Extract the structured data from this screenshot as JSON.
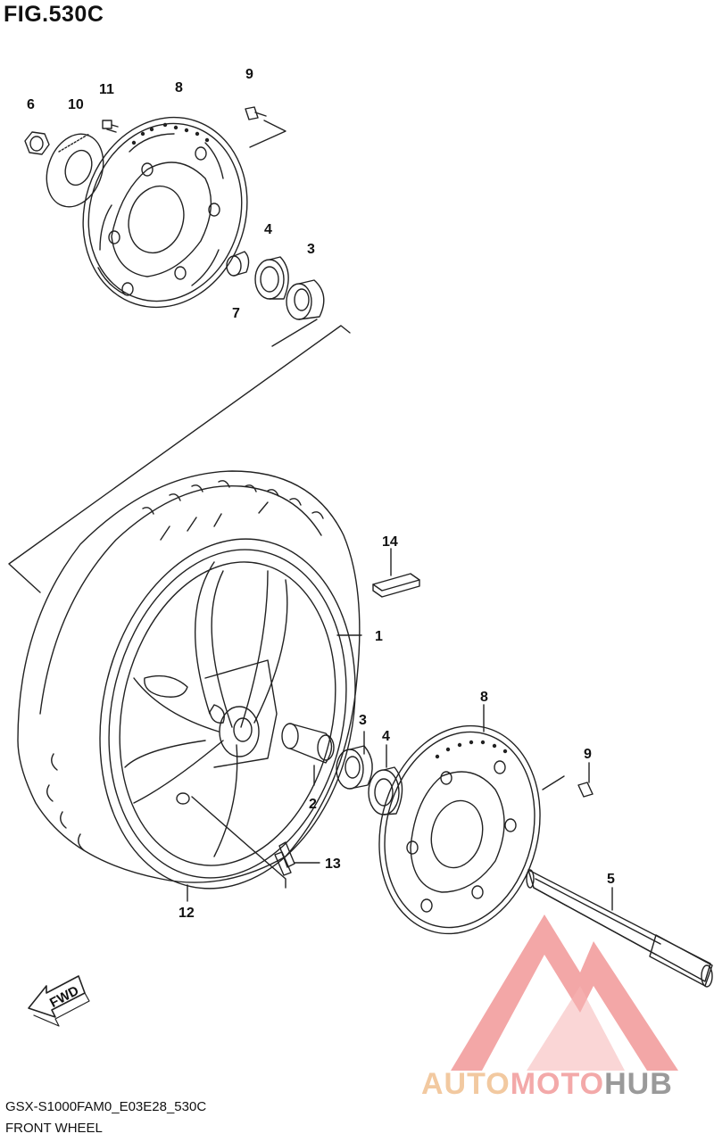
{
  "figure": {
    "title": "FIG.530C",
    "code": "GSX-S1000FAM0_E03E28_530C",
    "name": "FRONT WHEEL",
    "fwd_label": "FWD"
  },
  "callouts": {
    "c1": "1",
    "c2": "2",
    "c3a": "3",
    "c3b": "3",
    "c4a": "4",
    "c4b": "4",
    "c5": "5",
    "c6": "6",
    "c7": "7",
    "c8a": "8",
    "c8b": "8",
    "c9a": "9",
    "c9b": "9",
    "c10": "10",
    "c11": "11",
    "c12": "12",
    "c13": "13",
    "c14": "14"
  },
  "watermark": {
    "part1": "AUTO",
    "part2": "MOTO",
    "part3": "HUB",
    "colors": {
      "auto": "#f2c9a0",
      "moto": "#f3a9a9",
      "hub": "#9a9a9a",
      "logo": "#ef8a8a"
    }
  }
}
